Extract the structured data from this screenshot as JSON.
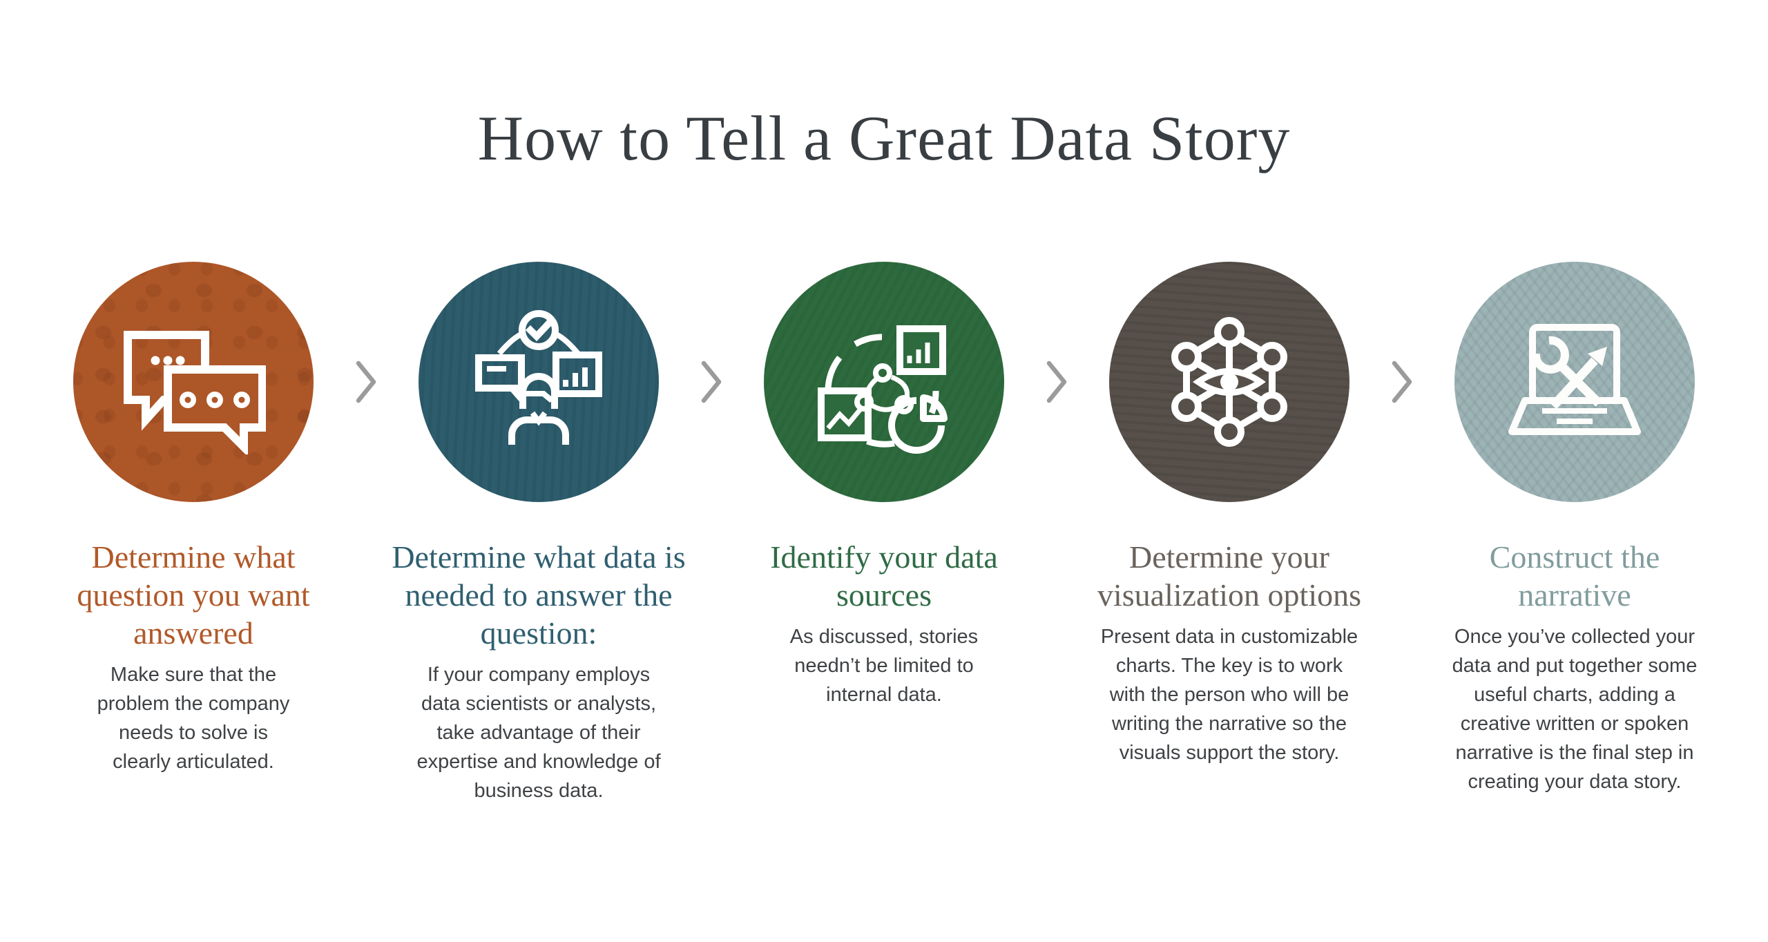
{
  "title": "How to Tell a Great Data Story",
  "colors": {
    "background": "#ffffff",
    "title": "#393e43",
    "body_text": "#3f4245"
  },
  "separator": {
    "icon": "chevron-right-icon",
    "color": "#9b9b9b"
  },
  "steps": [
    {
      "icon": "chat-bubbles-icon",
      "circle_color": "#ad5628",
      "heading_color": "#b15929",
      "heading": "Determine what question you want answered",
      "body": "Make sure that the problem the company needs to solve is clearly articulated."
    },
    {
      "icon": "person-insights-icon",
      "circle_color": "#2d5c6c",
      "heading_color": "#2f5f70",
      "heading": "Determine what data is needed to answer the question:",
      "body": "If your company employs data scientists or analysts, take advantage of their expertise and knowledge of business data."
    },
    {
      "icon": "data-cycle-icon",
      "circle_color": "#2d6a3d",
      "heading_color": "#2f6b45",
      "heading": "Identify your data sources",
      "body": "As discussed, stories needn’t be limited to internal data."
    },
    {
      "icon": "network-eye-icon",
      "circle_color": "#57504a",
      "heading_color": "#6a635d",
      "heading": "Determine your visualization options",
      "body": "Present data in customizable charts. The key is to work with the person who will be writing the narrative so the visuals support the story."
    },
    {
      "icon": "laptop-tools-icon",
      "circle_color": "#9db4b6",
      "heading_color": "#819c9c",
      "heading": "Construct the narrative",
      "body": "Once you’ve collected your data and put together some useful charts, adding a creative written or spoken narrative is the final step in creating your data story."
    }
  ]
}
